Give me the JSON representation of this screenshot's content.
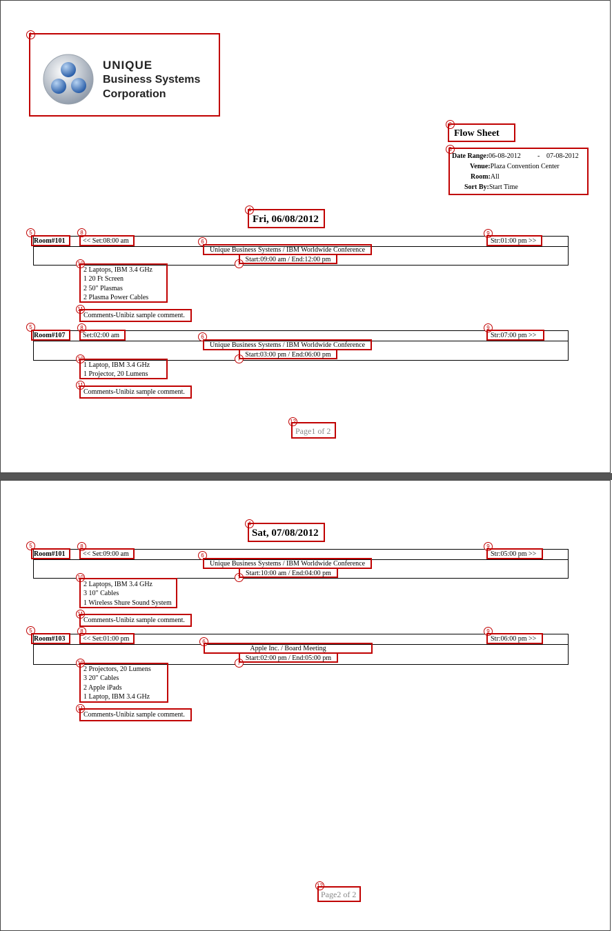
{
  "logo": {
    "line1": "UNIQUE",
    "line2": "Business Systems",
    "line3": "Corporation"
  },
  "header": {
    "title": "Flow Sheet",
    "date_range_label": "Date Range:",
    "date_from": "06-08-2012",
    "date_sep": "-",
    "date_to": "07-08-2012",
    "venue_label": "Venue:",
    "venue_value": "Plaza Convention Center",
    "room_label": "Room:",
    "room_value": "All",
    "sort_label": "Sort By:",
    "sort_value": "Start Time"
  },
  "days": [
    {
      "date": "Fri, 06/08/2012",
      "page_label": "Page1 of 2",
      "rooms": [
        {
          "room": "Room#101",
          "set": "<< Set:08:00 am",
          "strike": "Str:01:00 pm >>",
          "event": "Unique Business Systems / IBM Worldwide Conference",
          "time": "Start:09:00 am / End:12:00 pm",
          "items": [
            "2  Laptops, IBM 3.4 GHz",
            "1  20 Ft Screen",
            "2  50\" Plasmas",
            "2  Plasma Power Cables"
          ],
          "comment": "Comments-Unibiz sample comment."
        },
        {
          "room": "Room#107",
          "set": "Set:02:00 am",
          "strike": "Str:07:00 pm >>",
          "event": "Unique Business Systems / IBM Worldwide Conference",
          "time": "Start:03:00 pm / End:06:00 pm",
          "items": [
            "1  Laptop, IBM 3.4 GHz",
            "1  Projector, 20 Lumens"
          ],
          "comment": "Comments-Unibiz sample comment."
        }
      ]
    },
    {
      "date": "Sat, 07/08/2012",
      "page_label": "Page2 of 2",
      "rooms": [
        {
          "room": "Room#101",
          "set": "<< Set:09:00 am",
          "strike": "Str:05:00 pm >>",
          "event": "Unique Business Systems / IBM Worldwide Conference",
          "time": "Start:10:00 am / End:04:00 pm",
          "items": [
            "2  Laptops, IBM 3.4 GHz",
            "3  10\" Cables",
            "1  Wireless Shure Sound System"
          ],
          "comment": "Comments-Unibiz sample comment."
        },
        {
          "room": "Room#103",
          "set": "<< Set:01:00 pm",
          "strike": "Str:06:00 pm >>",
          "event": "Apple Inc. / Board Meeting",
          "time": "Start:02:00 pm / End:05:00 pm",
          "items": [
            "2  Projectors, 20 Lumens",
            "3  20\" Cables",
            "2  Apple iPads",
            "1 Laptop, IBM 3.4 GHz"
          ],
          "comment": "Comments-Unibiz sample comment."
        }
      ]
    }
  ],
  "annotations": [
    "1",
    "2",
    "3",
    "4",
    "5",
    "6",
    "7",
    "8",
    "9",
    "10",
    "11",
    "12"
  ],
  "colors": {
    "annotation": "#c00000",
    "separator": "#555555",
    "pager_text": "#888888"
  }
}
